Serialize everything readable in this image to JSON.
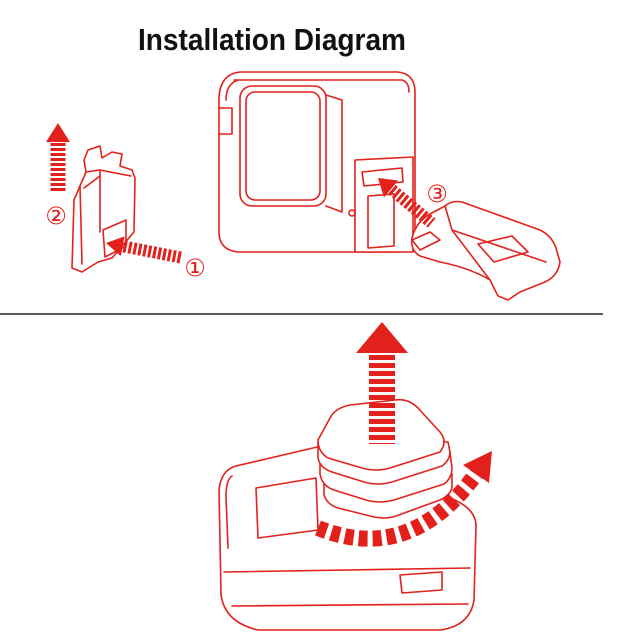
{
  "title": "Installation Diagram",
  "step_labels": {
    "step_1": "①",
    "step_2": "②",
    "step_3": "③"
  },
  "colors": {
    "diagram_red": "#e3211c",
    "title": "#111111",
    "divider": "#222222"
  }
}
